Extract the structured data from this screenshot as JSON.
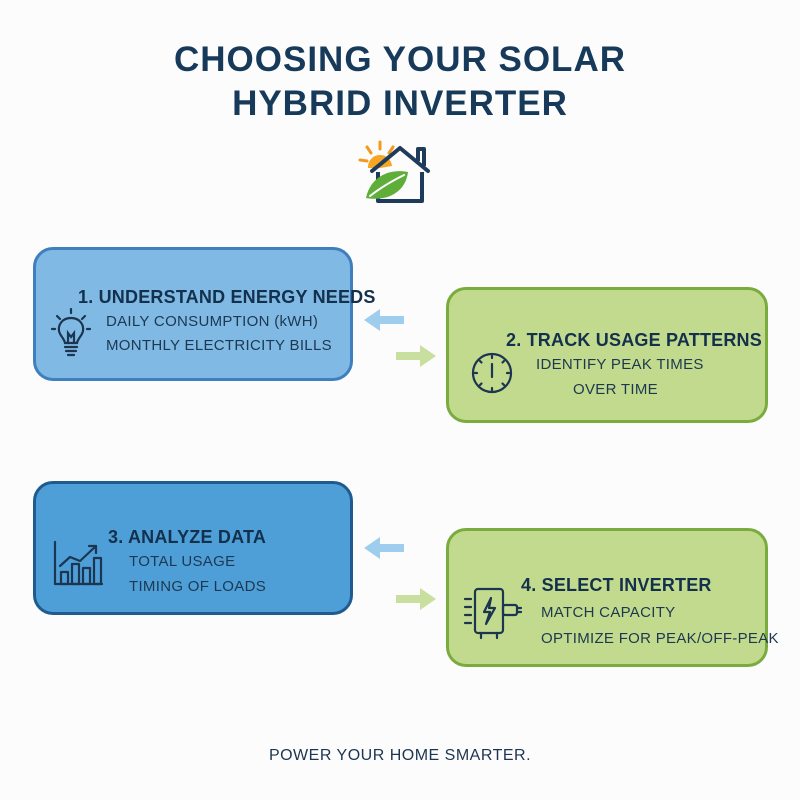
{
  "title": {
    "line1": "CHOOSING YOUR SOLAR",
    "line2": "HYBRID INVERTER"
  },
  "colors": {
    "blue_light": "#7fb9e4",
    "blue_dark": "#4e9fd8",
    "green": "#c2da8d",
    "arrow_blue": "#9fcdee",
    "arrow_green": "#c9dfa0",
    "title": "#173a5a"
  },
  "steps": [
    {
      "heading": "1. UNDERSTAND ENERGY NEEDS",
      "lines": [
        "DAILY CONSUMPTION (kWH)",
        "MONTHLY ELECTRICITY BILLS"
      ],
      "icon": "lightbulb-icon"
    },
    {
      "heading": "2. TRACK USAGE PATTERNS",
      "lines": [
        "IDENTIFY PEAK TIMES",
        "OVER TIME"
      ],
      "icon": "clock-icon"
    },
    {
      "heading": "3. ANALYZE DATA",
      "lines": [
        "TOTAL USAGE",
        "TIMING OF LOADS"
      ],
      "icon": "bar-chart-icon"
    },
    {
      "heading": "4. SELECT INVERTER",
      "lines": [
        "MATCH CAPACITY",
        "OPTIMIZE FOR PEAK/OFF-PEAK"
      ],
      "icon": "inverter-icon"
    }
  ],
  "footer": "POWER YOUR HOME SMARTER."
}
